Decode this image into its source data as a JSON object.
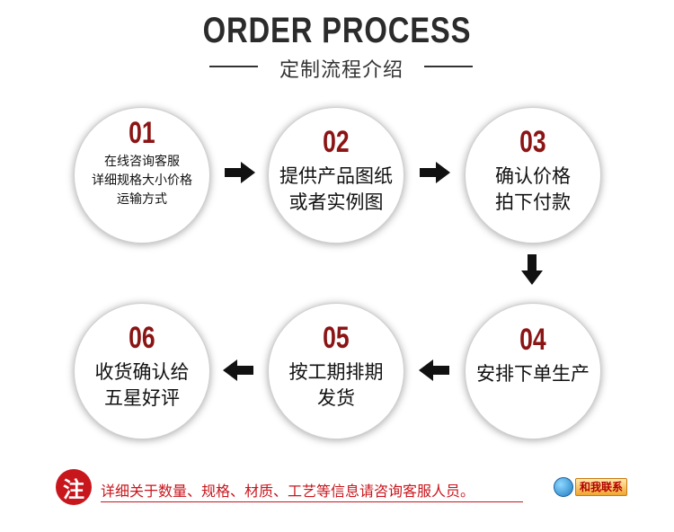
{
  "header": {
    "title": "ORDER PROCESS",
    "subtitle": "定制流程介绍"
  },
  "steps": [
    {
      "num": "01",
      "lines": [
        "在线咨询客服",
        "详细规格大小价格",
        "运输方式"
      ]
    },
    {
      "num": "02",
      "lines": [
        "提供产品图纸",
        "或者实例图"
      ]
    },
    {
      "num": "03",
      "lines": [
        "确认价格",
        "拍下付款"
      ]
    },
    {
      "num": "04",
      "lines": [
        "安排下单生产"
      ]
    },
    {
      "num": "05",
      "lines": [
        "按工期排期",
        "发货"
      ]
    },
    {
      "num": "06",
      "lines": [
        "收货确认给",
        "五星好评"
      ]
    }
  ],
  "notice": {
    "badge": "注",
    "text": "详细关于数量、规格、材质、工艺等信息请咨询客服人员。",
    "contact_label": "和我联系"
  },
  "colors": {
    "step_number": "#8b1414",
    "notice_red": "#c8161d",
    "arrow": "#111111"
  }
}
